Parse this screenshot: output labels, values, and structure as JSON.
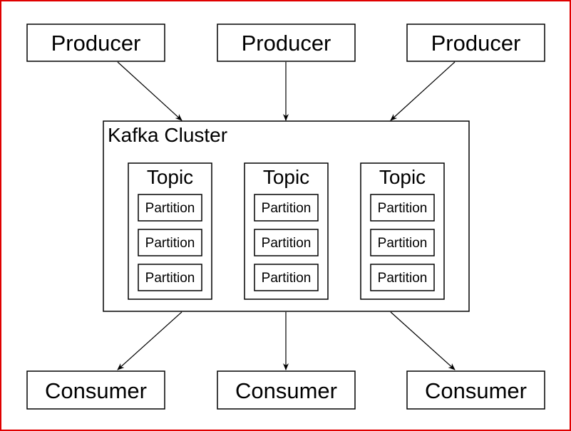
{
  "producers": [
    {
      "label": "Producer"
    },
    {
      "label": "Producer"
    },
    {
      "label": "Producer"
    }
  ],
  "cluster": {
    "title": "Kafka Cluster",
    "topics": [
      {
        "label": "Topic",
        "partitions": [
          "Partition",
          "Partition",
          "Partition"
        ]
      },
      {
        "label": "Topic",
        "partitions": [
          "Partition",
          "Partition",
          "Partition"
        ]
      },
      {
        "label": "Topic",
        "partitions": [
          "Partition",
          "Partition",
          "Partition"
        ]
      }
    ]
  },
  "consumers": [
    {
      "label": "Consumer"
    },
    {
      "label": "Consumer"
    },
    {
      "label": "Consumer"
    }
  ],
  "colors": {
    "frame": "#e00000",
    "line": "#000000",
    "background": "#ffffff"
  }
}
